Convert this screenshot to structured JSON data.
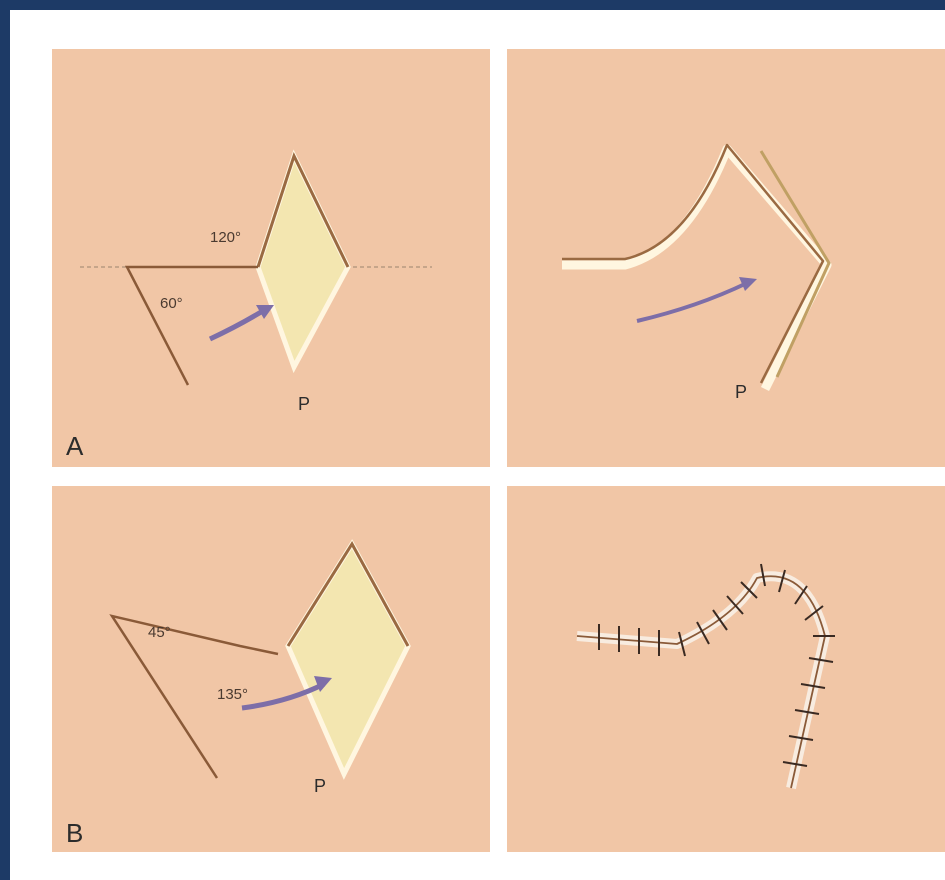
{
  "figure": {
    "panels": [
      {
        "id": "A-left",
        "angle_labels": [
          "120°",
          "60°"
        ],
        "point_label": "P"
      },
      {
        "id": "A-right",
        "point_label": "P"
      },
      {
        "id": "B-left",
        "angle_labels": [
          "135°",
          "45°"
        ],
        "point_label": "P"
      },
      {
        "id": "B-right"
      }
    ],
    "row_labels": [
      "A",
      "B"
    ]
  },
  "colors": {
    "skin": "#f1c6a6",
    "wound": "#f3e6b0",
    "incision": "#9a6a42",
    "highlight": "#fff6e0",
    "arrow": "#7d6ea8",
    "border": "#1d3a66"
  }
}
